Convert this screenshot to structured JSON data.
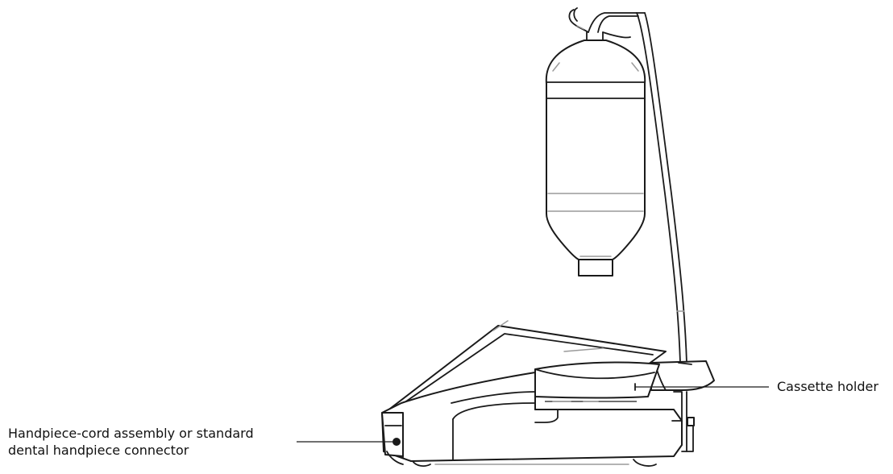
{
  "callouts": {
    "handpiece_connector": {
      "line1": "Handpiece-cord assembly or standard",
      "line2": "dental handpiece connector"
    },
    "cassette_holder": "Cassette holder"
  },
  "colors": {
    "outline": "#1a1a1a",
    "highlight": "#9a9a9a",
    "background": "#ffffff"
  }
}
